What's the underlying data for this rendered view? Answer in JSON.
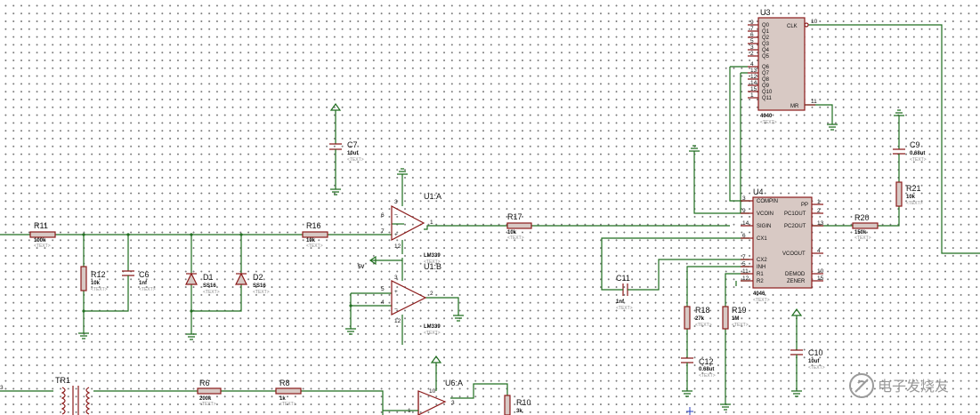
{
  "labels": {
    "u3": {
      "ref": "U3",
      "part": "4040",
      "text": "<TEXT>",
      "pins_left": [
        "Q0",
        "Q1",
        "Q2",
        "Q3",
        "Q4",
        "Q5",
        "Q6",
        "Q7",
        "Q8",
        "Q9",
        "Q10",
        "Q11"
      ],
      "pins_left_num": [
        "9",
        "7",
        "6",
        "5",
        "3",
        "2",
        "4",
        "13",
        "12",
        "14",
        "15",
        "1"
      ],
      "clk": "CLK",
      "clk_num": "10",
      "mr": "MR",
      "mr_num": "11"
    },
    "u4": {
      "ref": "U4",
      "part": "4046",
      "text": "<TEXT>",
      "pins_left": [
        "COMPIN",
        "VCOIN",
        "SIGIN",
        "CX1",
        "CX2",
        "INH",
        "R1",
        "R2"
      ],
      "pins_left_num": [
        "3",
        "9",
        "14",
        "6",
        "7",
        "5",
        "11",
        "12"
      ],
      "pins_right": [
        "PP",
        "PC1OUT",
        "PC2OUT",
        "VCOOUT",
        "DEMOD",
        "ZENER"
      ],
      "pins_right_num": [
        "1",
        "2",
        "13",
        "4",
        "10",
        "15"
      ]
    },
    "u1a": {
      "ref": "U1:A",
      "part": "LM339",
      "text": "<TEXT>",
      "p_in": "6",
      "p_in2": "7",
      "p_out": "1",
      "p_top": "3",
      "p_bot": "12"
    },
    "u1b": {
      "ref": "U1:B",
      "part": "LM339",
      "text": "<TEXT>",
      "p_in": "5",
      "p_in2": "4",
      "p_out": "2",
      "p_top": "3",
      "p_bot": "12"
    },
    "u6a": {
      "ref": "U6:A",
      "p_top": "10",
      "p_in": "1",
      "p_out": "3"
    },
    "r11": {
      "ref": "R11",
      "val": "100k",
      "text": "<TEXT>"
    },
    "r12": {
      "ref": "R12",
      "val": "10k",
      "text": "<TEXT>"
    },
    "c6": {
      "ref": "C6",
      "val": "1nf",
      "text": "<TEXT>"
    },
    "d1": {
      "ref": "D1",
      "val": "SS16",
      "text": "<TEXT>"
    },
    "d2": {
      "ref": "D2",
      "val": "SS16",
      "text": "<TEXT>"
    },
    "r16": {
      "ref": "R16",
      "val": "10k",
      "text": "<TEXT>"
    },
    "c7": {
      "ref": "C7",
      "val": "10uf",
      "text": "<TEXT>"
    },
    "r17": {
      "ref": "R17",
      "val": "10k",
      "text": "<TEXT>"
    },
    "c11": {
      "ref": "C11",
      "val": "1nf",
      "text": "<TEXT>"
    },
    "r18": {
      "ref": "R18",
      "val": "27k",
      "text": "<TEXT>"
    },
    "r19": {
      "ref": "R19",
      "val": "1M",
      "text": "<TEXT>"
    },
    "c12": {
      "ref": "C12",
      "val": "0.68ut",
      "text": "<TEXT>"
    },
    "c10": {
      "ref": "C10",
      "val": "10uf",
      "text": "<TEXT>"
    },
    "r20": {
      "ref": "R20",
      "val": "150k",
      "text": "<TEXT>"
    },
    "r21": {
      "ref": "R21",
      "val": "10k",
      "text": "<TEXT>"
    },
    "c9": {
      "ref": "C9",
      "val": "0.68ut",
      "text": "<TEXT>"
    },
    "tr1": {
      "ref": "TR1"
    },
    "r6": {
      "ref": "R6",
      "val": "200k",
      "text": "<TEXT>"
    },
    "r8": {
      "ref": "R8",
      "val": "1k",
      "text": "<TEXT>"
    },
    "r10": {
      "ref": "R10",
      "val": "3k"
    },
    "v5": "5V",
    "edge3": "3",
    "watermark": "电子发烧友"
  }
}
